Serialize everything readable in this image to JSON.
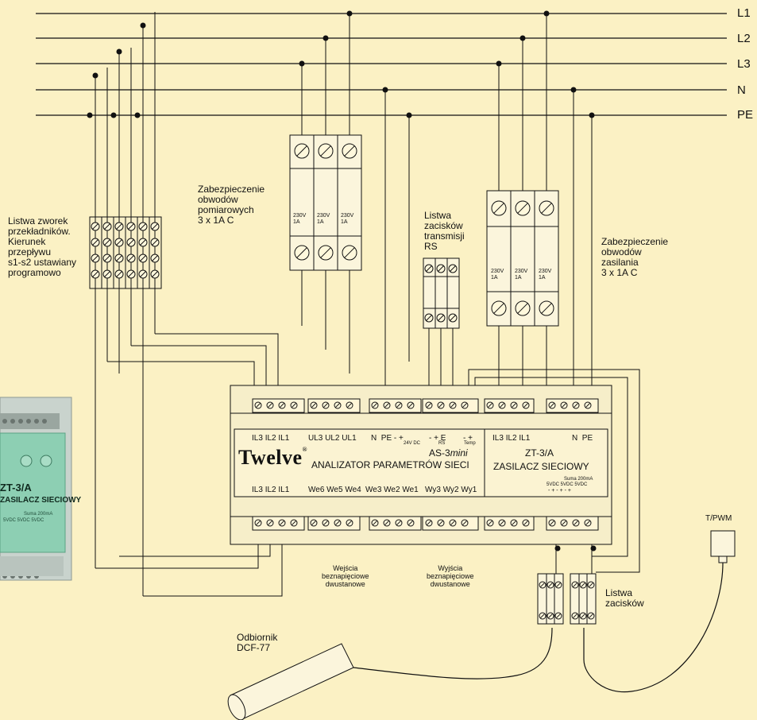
{
  "lines": [
    "L1",
    "L2",
    "L3",
    "N",
    "PE"
  ],
  "labels": {
    "ct_strip": [
      "Listwa zworek",
      "przekładników.",
      "Kierunek",
      "przepływu",
      "s1-s2 ustawiany",
      "programowo"
    ],
    "fuse_measure": [
      "Zabezpieczenie",
      "obwodów",
      "pomiarowych",
      "3 x 1A C"
    ],
    "rs_strip": [
      "Listwa",
      "zacisków",
      "transmisji",
      "RS"
    ],
    "fuse_supply": [
      "Zabezpieczenie",
      "obwodów",
      "zasilania",
      "3 x 1A C"
    ],
    "inputs": [
      "Wejścia",
      "beznapięciowe",
      "dwustanowe"
    ],
    "outputs": [
      "Wyjścia",
      "beznapięciowe",
      "dwustanowe"
    ],
    "term_strip": [
      "Listwa",
      "zacisków"
    ],
    "dcf": [
      "Odbiornik",
      "DCF-77"
    ],
    "tpwm": "T/PWM"
  },
  "fuse_rating": [
    "230V",
    "1A"
  ],
  "device": {
    "brand": "Twelve",
    "reg": "®",
    "analyzer_title": "ANALIZATOR PARAMETRÓW SIECI",
    "analyzer_model_prefix": "AS-3",
    "analyzer_model_suffix": "mini",
    "psu_model": "ZT-3/A",
    "psu_title": "ZASILACZ SIECIOWY",
    "top_pins": [
      "IL3",
      "IL2",
      "IL1",
      "UL3",
      "UL2",
      "UL1",
      "N",
      "PE",
      "-  +",
      "-  + E",
      "-  +",
      "IL3",
      "IL2",
      "IL1",
      "N",
      "PE"
    ],
    "top_sub": [
      "24V DC",
      "RS",
      "Temp"
    ],
    "bottom_pins": [
      "IL3",
      "IL2",
      "IL1",
      "We6",
      "We5",
      "We4",
      "We3",
      "We2",
      "We1",
      "Wy3",
      "Wy2",
      "Wy1"
    ],
    "psu_current": "Suma 200mA",
    "psu_outs": "5VDC 5VDC 5VDC",
    "psu_pol": "-  +  -  +  -  +"
  },
  "photo": {
    "model": "ZT-3/A",
    "title": "ZASILACZ SIECIOWY",
    "current": "Suma 200mA",
    "outs": "5VDC 5VDC 5VDC"
  }
}
